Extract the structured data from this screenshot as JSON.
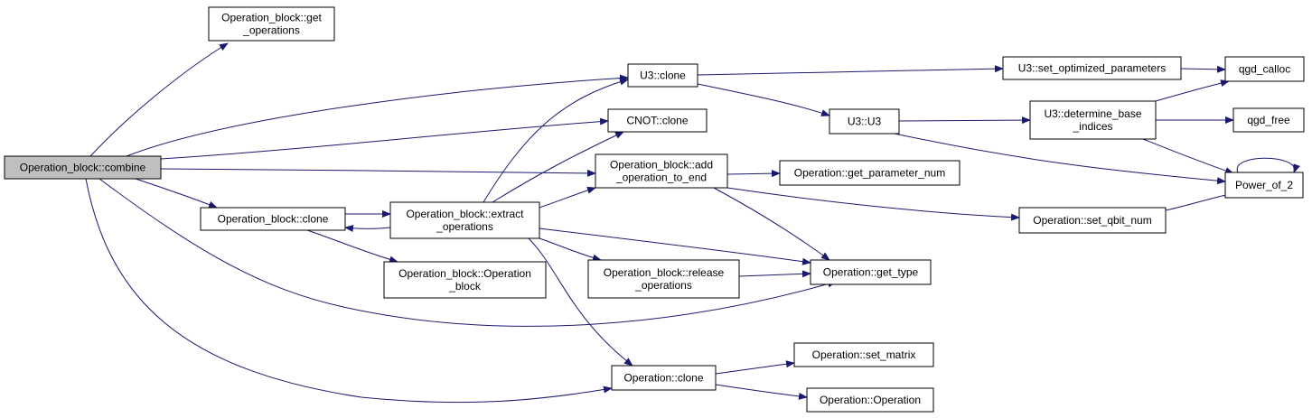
{
  "diagram": {
    "type": "call-graph",
    "edge_color": "#191970",
    "root_fill": "#bfbfbf",
    "nodes": [
      {
        "id": "combine",
        "lines": [
          "Operation_block::combine"
        ],
        "root": true
      },
      {
        "id": "get_operations",
        "lines": [
          "Operation_block::get",
          "_operations"
        ]
      },
      {
        "id": "u3_clone",
        "lines": [
          "U3::clone"
        ]
      },
      {
        "id": "cnot_clone",
        "lines": [
          "CNOT::clone"
        ]
      },
      {
        "id": "add_op",
        "lines": [
          "Operation_block::add",
          "_operation_to_end"
        ]
      },
      {
        "id": "ob_clone",
        "lines": [
          "Operation_block::clone"
        ]
      },
      {
        "id": "extract",
        "lines": [
          "Operation_block::extract",
          "_operations"
        ]
      },
      {
        "id": "ob_ctor",
        "lines": [
          "Operation_block::Operation",
          "_block"
        ]
      },
      {
        "id": "release",
        "lines": [
          "Operation_block::release",
          "_operations"
        ]
      },
      {
        "id": "get_type",
        "lines": [
          "Operation::get_type"
        ]
      },
      {
        "id": "op_clone",
        "lines": [
          "Operation::clone"
        ]
      },
      {
        "id": "set_matrix",
        "lines": [
          "Operation::set_matrix"
        ]
      },
      {
        "id": "op_ctor",
        "lines": [
          "Operation::Operation"
        ]
      },
      {
        "id": "get_param",
        "lines": [
          "Operation::get_parameter_num"
        ]
      },
      {
        "id": "set_qbit",
        "lines": [
          "Operation::set_qbit_num"
        ]
      },
      {
        "id": "u3_u3",
        "lines": [
          "U3::U3"
        ]
      },
      {
        "id": "set_opt",
        "lines": [
          "U3::set_optimized_parameters"
        ]
      },
      {
        "id": "determine",
        "lines": [
          "U3::determine_base",
          "_indices"
        ]
      },
      {
        "id": "qgd_calloc",
        "lines": [
          "qgd_calloc"
        ]
      },
      {
        "id": "qgd_free",
        "lines": [
          "qgd_free"
        ]
      },
      {
        "id": "power_of_2",
        "lines": [
          "Power_of_2"
        ]
      }
    ],
    "edges": [
      {
        "from": "combine",
        "to": "get_operations"
      },
      {
        "from": "combine",
        "to": "u3_clone"
      },
      {
        "from": "combine",
        "to": "cnot_clone"
      },
      {
        "from": "combine",
        "to": "add_op"
      },
      {
        "from": "combine",
        "to": "ob_clone"
      },
      {
        "from": "combine",
        "to": "get_type"
      },
      {
        "from": "combine",
        "to": "op_clone"
      },
      {
        "from": "ob_clone",
        "to": "extract"
      },
      {
        "from": "extract",
        "to": "ob_clone"
      },
      {
        "from": "ob_clone",
        "to": "ob_ctor"
      },
      {
        "from": "extract",
        "to": "u3_clone"
      },
      {
        "from": "extract",
        "to": "cnot_clone"
      },
      {
        "from": "extract",
        "to": "add_op"
      },
      {
        "from": "extract",
        "to": "release"
      },
      {
        "from": "extract",
        "to": "get_type"
      },
      {
        "from": "extract",
        "to": "op_clone"
      },
      {
        "from": "add_op",
        "to": "get_param"
      },
      {
        "from": "add_op",
        "to": "set_qbit"
      },
      {
        "from": "add_op",
        "to": "get_type"
      },
      {
        "from": "release",
        "to": "get_type"
      },
      {
        "from": "u3_clone",
        "to": "set_opt"
      },
      {
        "from": "u3_clone",
        "to": "u3_u3"
      },
      {
        "from": "u3_u3",
        "to": "determine"
      },
      {
        "from": "u3_u3",
        "to": "power_of_2"
      },
      {
        "from": "set_opt",
        "to": "qgd_calloc"
      },
      {
        "from": "determine",
        "to": "qgd_calloc"
      },
      {
        "from": "determine",
        "to": "qgd_free"
      },
      {
        "from": "determine",
        "to": "power_of_2"
      },
      {
        "from": "set_qbit",
        "to": "power_of_2"
      },
      {
        "from": "power_of_2",
        "to": "power_of_2"
      },
      {
        "from": "op_clone",
        "to": "set_matrix"
      },
      {
        "from": "op_clone",
        "to": "op_ctor"
      }
    ]
  }
}
